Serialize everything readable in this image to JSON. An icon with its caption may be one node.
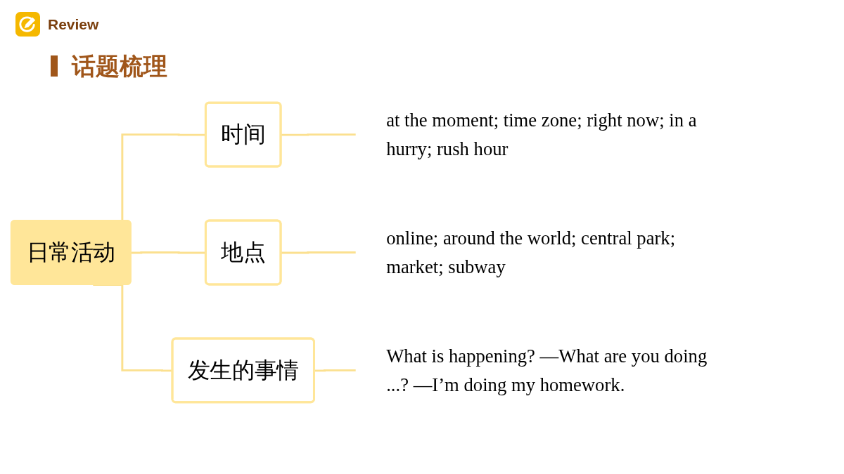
{
  "diagram": {
    "title": "话题梳理",
    "nodes": [
      {
        "text": [
          "日常活动"
        ]
      },
      {
        "text": [
          "时间"
        ]
      },
      {
        "text": [
          "地点"
        ]
      },
      {
        "text": [
          "发生的事情"
        ]
      },
      {
        "text": [
          "at the moment; time zone; right now; in a hurry; rush hour"
        ]
      },
      {
        "text": [
          "online; around the world; central park; market; subway"
        ]
      },
      {
        "text": [
          "What is happening? —What are you doing ...? —I’m doing my homework."
        ]
      }
    ],
    "edges": [
      {
        "from": 0,
        "to": 1,
        "arrow": "none"
      },
      {
        "from": 0,
        "to": 2,
        "arrow": "none"
      },
      {
        "from": 0,
        "to": 3,
        "arrow": "none"
      },
      {
        "from": 1,
        "to": 4,
        "arrow": "none"
      },
      {
        "from": 2,
        "to": 5,
        "arrow": "none"
      },
      {
        "from": 3,
        "to": 6,
        "arrow": "none"
      }
    ],
    "labels": [
      "Review"
    ]
  }
}
